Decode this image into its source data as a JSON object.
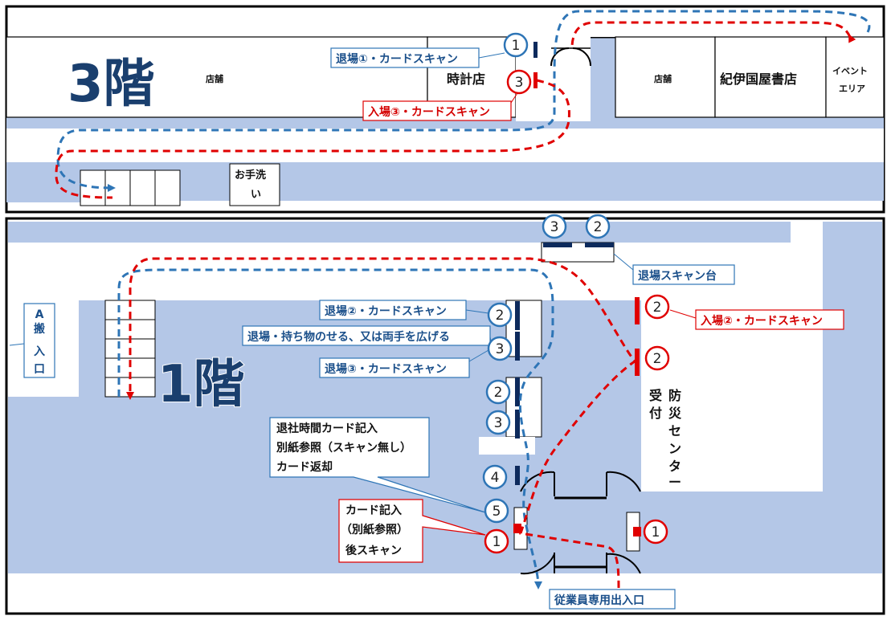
{
  "floor3": {
    "title": "3階",
    "shop_left": "店舗",
    "clock_shop": "時計店",
    "shop_right": "店舗",
    "bookstore": "紀伊国屋書店",
    "event_area": [
      "イベント",
      "エリア"
    ],
    "restroom": [
      "お手洗",
      "い"
    ],
    "exit_scan_1": "退場①・カードスキャン",
    "entry_scan_3": "入場③・カードスキャン",
    "badge_1": "1",
    "badge_3": "3"
  },
  "floor1": {
    "title": "1階",
    "loading_entrance": [
      "A",
      "搬",
      "入",
      "口"
    ],
    "exit_scan_2": "退場②・カードスキャン",
    "exit_belongings": "退場・持ち物のせる、又は両手を広げる",
    "exit_scan_3": "退場③・カードスキャン",
    "exit_scan_table": "退場スキャン台",
    "entry_scan_2": "入場②・カードスキャン",
    "disaster_center": [
      "防",
      "災",
      "セ",
      "ン",
      "タ",
      "ー"
    ],
    "reception": [
      "受",
      "付"
    ],
    "leave_time_note": [
      "退社時間カード記入",
      "別紙参照（スキャン無し）",
      "カード返却"
    ],
    "card_entry_note": [
      "カード記入",
      "（別紙参照）",
      "後スキャン"
    ],
    "staff_entrance": "従業員専用出入口",
    "badges": {
      "top_3": "3",
      "top_2": "2",
      "mid_2a": "2",
      "mid_3a": "3",
      "mid_2b": "2",
      "mid_3b": "3",
      "num_4": "4",
      "num_5": "5",
      "num_1_left": "1",
      "num_1_right": "1",
      "red_2a": "2",
      "red_2b": "2"
    }
  },
  "colors": {
    "corridor": "#b4c7e7",
    "blue_route": "#2e75b6",
    "red_route": "#e00000",
    "scanner": "#0d2a5c",
    "floor_title": "#1a3f6e"
  }
}
